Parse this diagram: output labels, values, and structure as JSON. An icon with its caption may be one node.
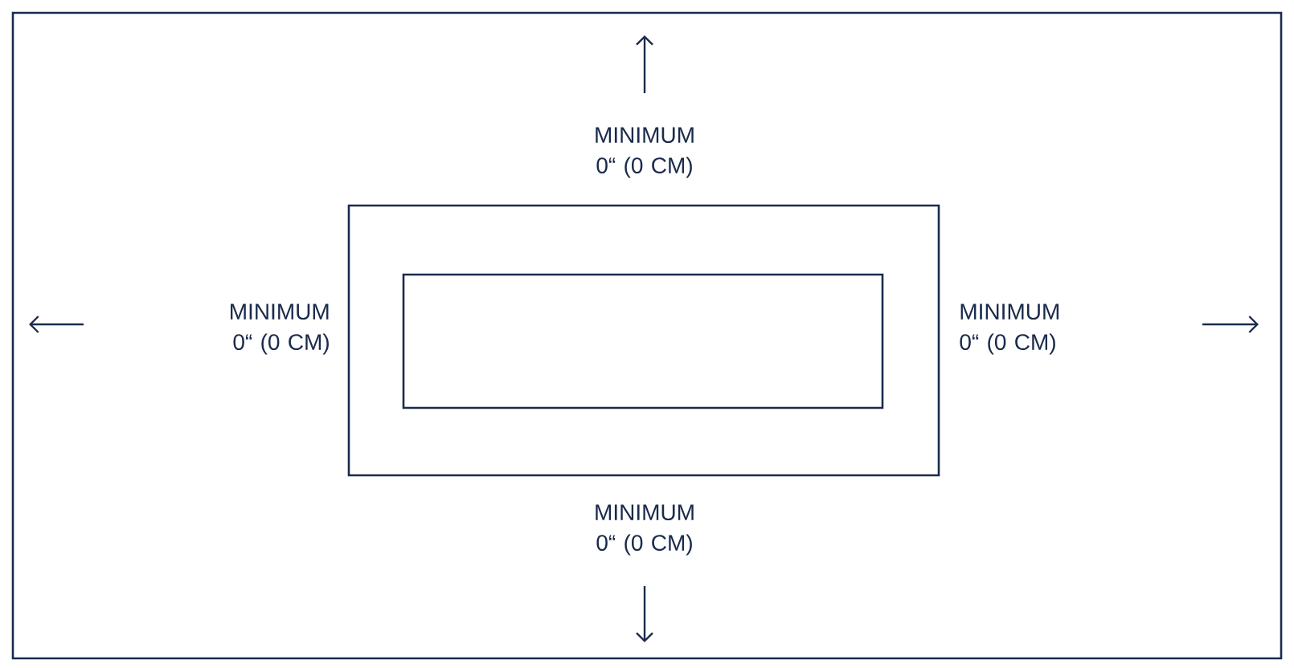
{
  "diagram": {
    "nodes": [
      {
        "text": [],
        "shape": "box"
      },
      {
        "text": [],
        "shape": "box",
        "in": 0
      },
      {
        "text": [],
        "shape": "box",
        "in": 1
      }
    ],
    "labels": [
      "MINIMUM 0“ (0 CM)",
      "MINIMUM 0“ (0 CM)",
      "MINIMUM 0“ (0 CM)",
      "MINIMUM 0“ (0 CM)"
    ]
  }
}
